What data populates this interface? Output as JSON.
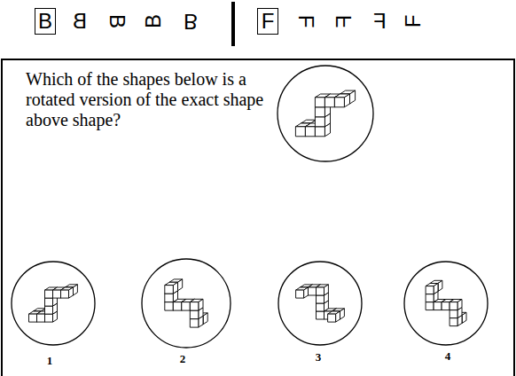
{
  "diagram": {
    "nodes": [
      {
        "text": [
          "B"
        ]
      },
      {
        "text": [
          "F"
        ]
      },
      {
        "text": [
          "Which of the shapes below is a rotated version of the exact shape above shape?"
        ]
      }
    ],
    "labels": [
      "B",
      "B",
      "B",
      "B",
      "F",
      "F",
      "F",
      "F",
      "1",
      "2",
      "3",
      "4"
    ]
  }
}
